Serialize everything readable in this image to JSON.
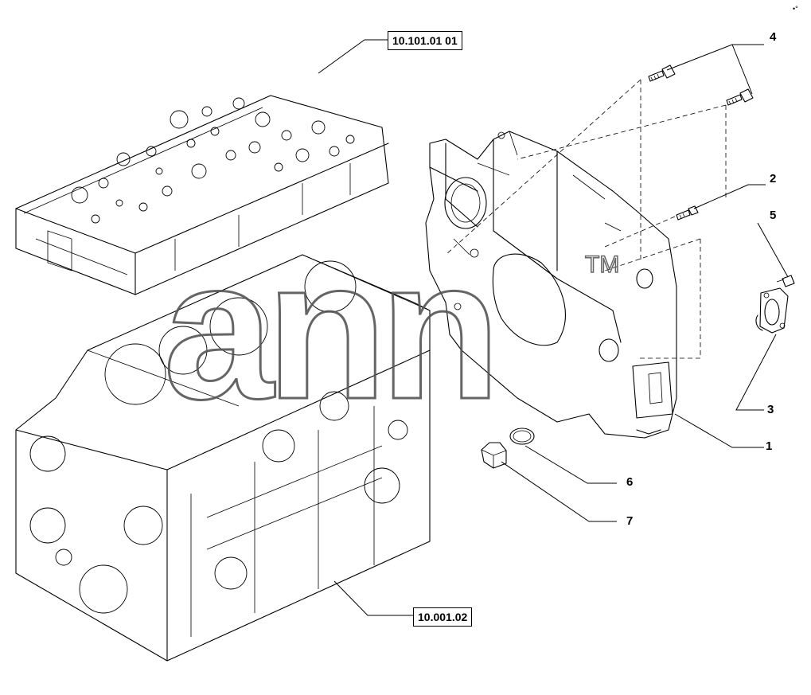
{
  "references": {
    "cylinder_head": "10.101.01 01",
    "engine_block": "10.001.02"
  },
  "callouts": [
    "1",
    "2",
    "3",
    "4",
    "5",
    "6",
    "7"
  ],
  "watermark": {
    "text": "ann",
    "trademark": "TM"
  },
  "corner_mark": "•°"
}
